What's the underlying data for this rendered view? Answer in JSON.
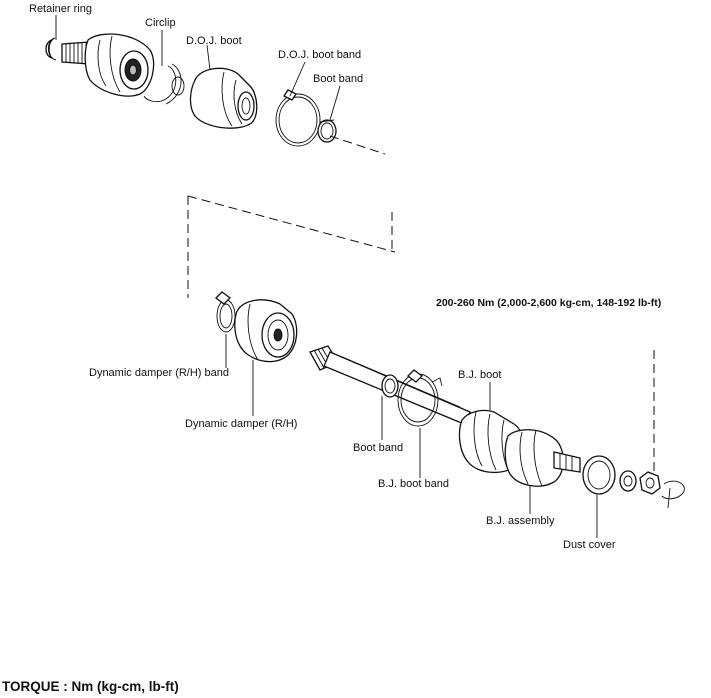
{
  "labels": {
    "retainer_ring": "Retainer ring",
    "circlip": "Circlip",
    "doj_boot": "D.O.J. boot",
    "doj_boot_band": "D.O.J. boot band",
    "boot_band_top": "Boot band",
    "torque_spec": "200-260 Nm (2,000-2,600 kg-cm, 148-192 lb-ft)",
    "dynamic_damper_band": "Dynamic damper (R/H) band",
    "dynamic_damper": "Dynamic damper (R/H)",
    "bj_boot": "B.J. boot",
    "boot_band_mid": "Boot band",
    "bj_boot_band": "B.J. boot band",
    "bj_assembly": "B.J. assembly",
    "dust_cover": "Dust cover",
    "torque_units": "TORQUE : Nm (kg-cm, lb-ft)"
  }
}
